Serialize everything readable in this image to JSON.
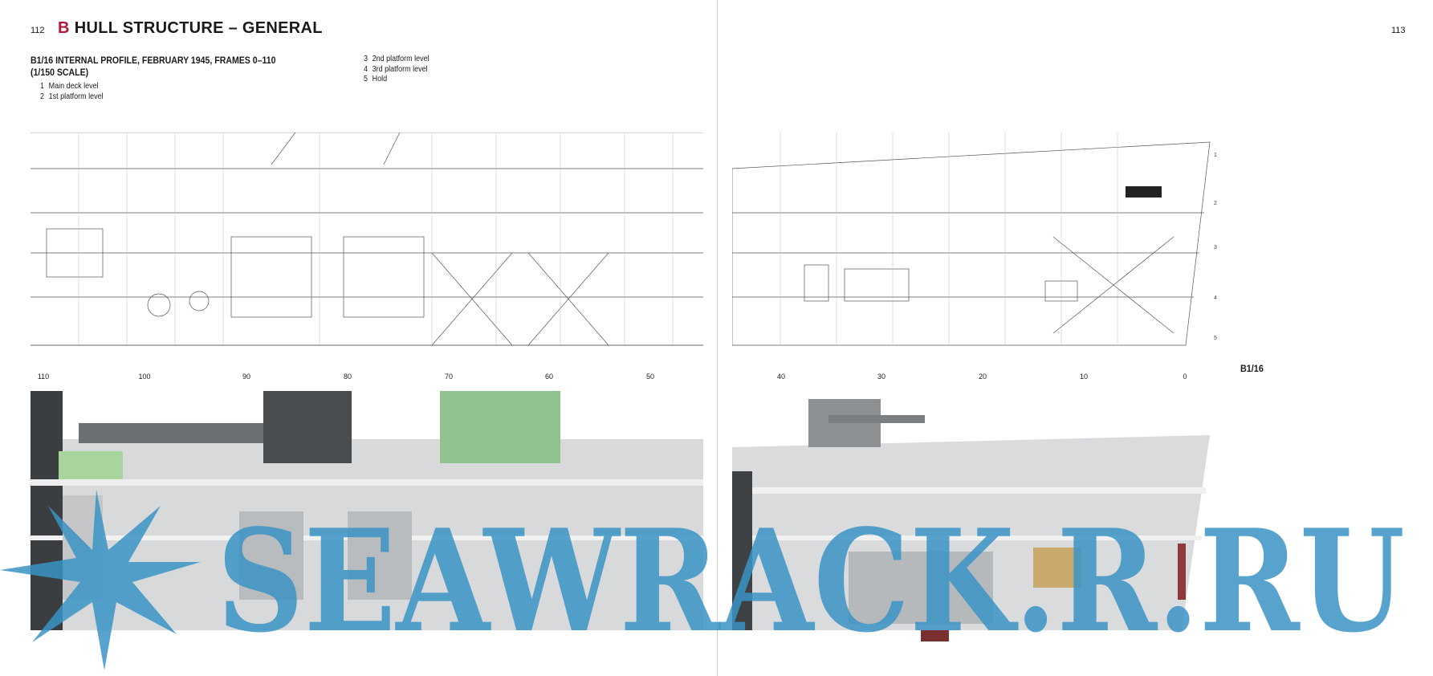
{
  "page_left_number": "112",
  "page_right_number": "113",
  "chapter": {
    "letter": "B",
    "title": "HULL STRUCTURE – GENERAL"
  },
  "caption": {
    "line1": "B1/16 INTERNAL PROFILE, FEBRUARY 1945, FRAMES 0–110",
    "line2": "(1/150 SCALE)"
  },
  "legend": [
    {
      "num": "1",
      "text": "Main deck level"
    },
    {
      "num": "2",
      "text": "1st platform level"
    },
    {
      "num": "3",
      "text": "2nd platform level"
    },
    {
      "num": "4",
      "text": "3rd platform level"
    },
    {
      "num": "5",
      "text": "Hold"
    }
  ],
  "figure_label": "B1/16",
  "frame_numbers_left": [
    "110",
    "100",
    "90",
    "80",
    "70",
    "60",
    "50"
  ],
  "frame_numbers_right": [
    "40",
    "30",
    "20",
    "10",
    "0"
  ],
  "level_numbers": [
    "1",
    "2",
    "3",
    "4",
    "5"
  ],
  "watermark": "SEAWRACK.R.RU",
  "colors": {
    "accent": "#b0193a",
    "watermark": "#3a93c6"
  }
}
